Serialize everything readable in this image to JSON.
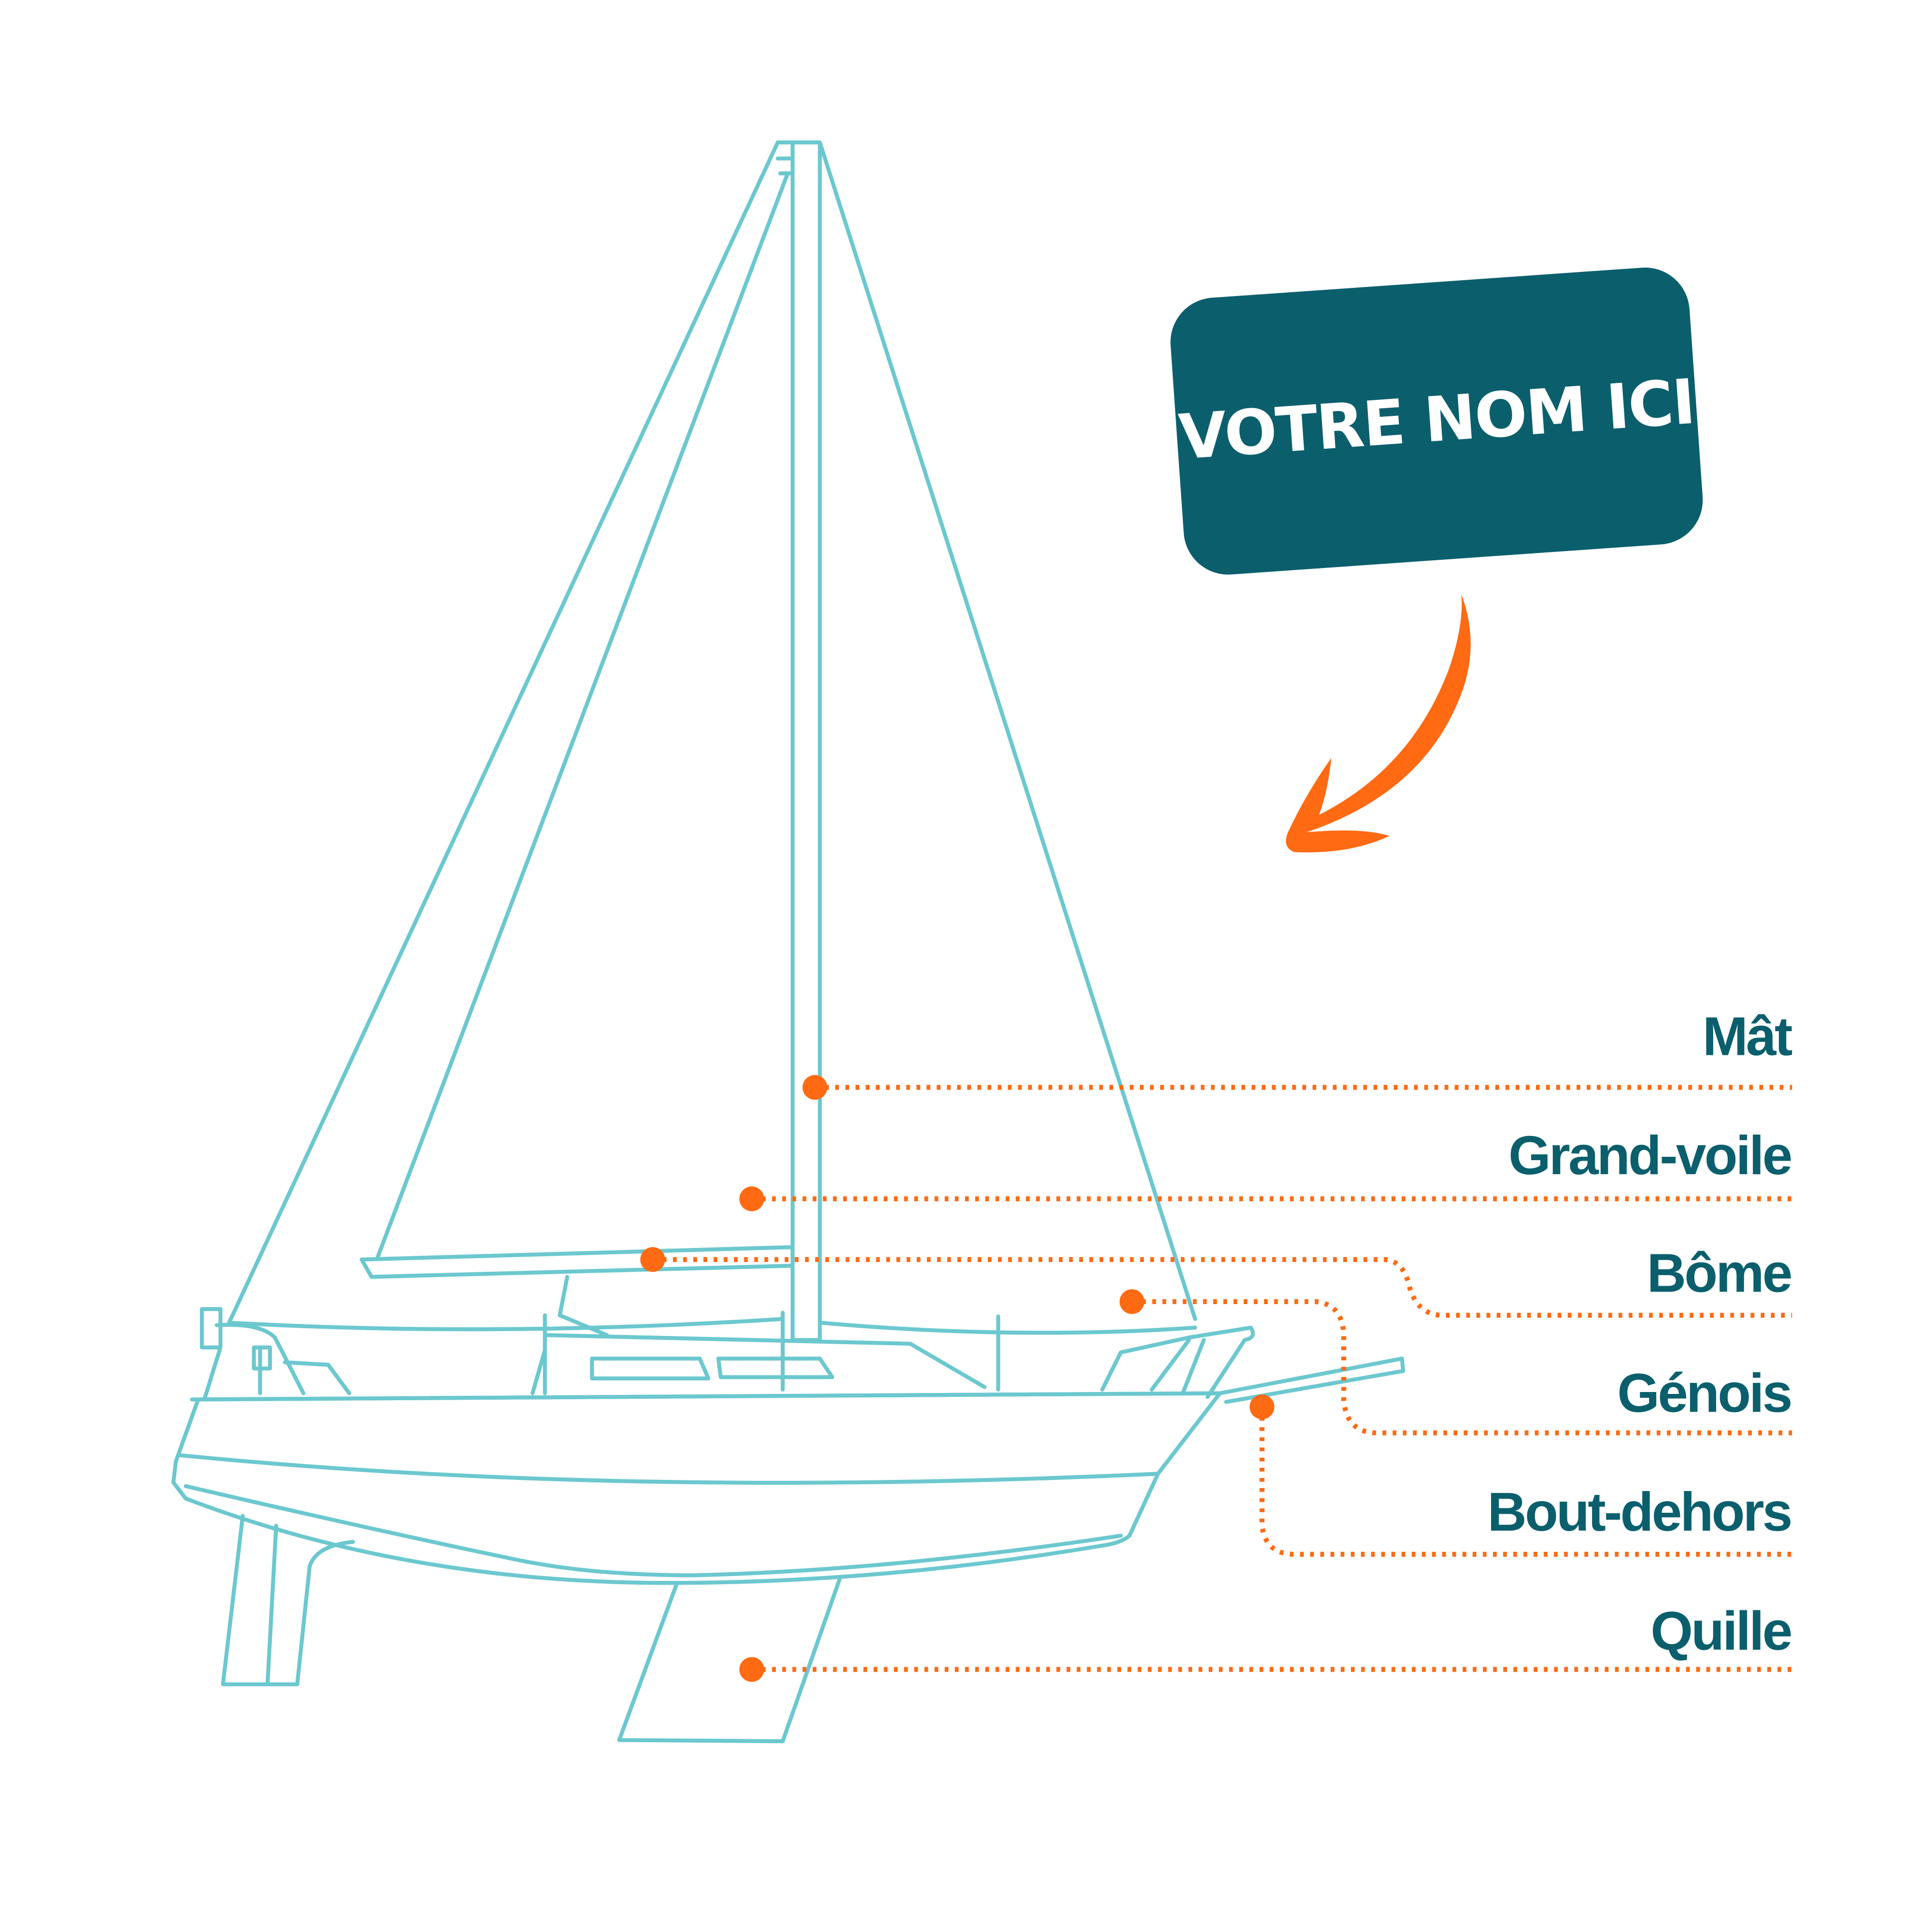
{
  "name_tag": {
    "text": "VOTRE NOM ICI"
  },
  "labels": [
    {
      "id": "mat",
      "text": "Mât"
    },
    {
      "id": "grand-voile",
      "text": "Grand-voile"
    },
    {
      "id": "bome",
      "text": "Bôme"
    },
    {
      "id": "genois",
      "text": "Génois"
    },
    {
      "id": "bout-dehors",
      "text": "Bout-dehors"
    },
    {
      "id": "quille",
      "text": "Quille"
    }
  ],
  "colors": {
    "boat": "#6cc8cf",
    "accent": "#ff6a13",
    "brand": "#0b5f6d",
    "background": "#ffffff"
  }
}
